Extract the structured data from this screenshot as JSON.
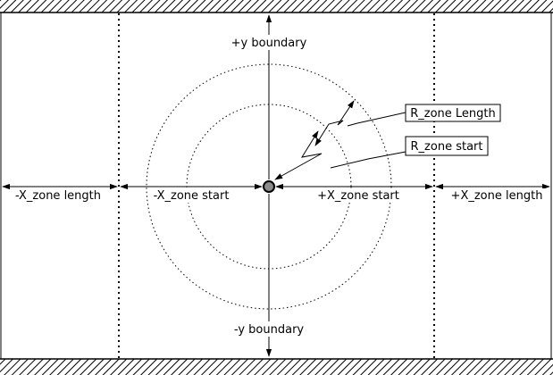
{
  "labels": {
    "y_pos_boundary": "+y boundary",
    "y_neg_boundary": "-y boundary",
    "x_neg_zone_length": "-X_zone length",
    "x_neg_zone_start": "-X_zone start",
    "x_pos_zone_start": "+X_zone start",
    "x_pos_zone_length": "+X_zone length",
    "r_zone_length": "R_zone Length",
    "r_zone_start": "R_zone start"
  },
  "colors": {
    "line": "#000000",
    "center_fill": "#8c8c8c",
    "background": "#ffffff"
  }
}
